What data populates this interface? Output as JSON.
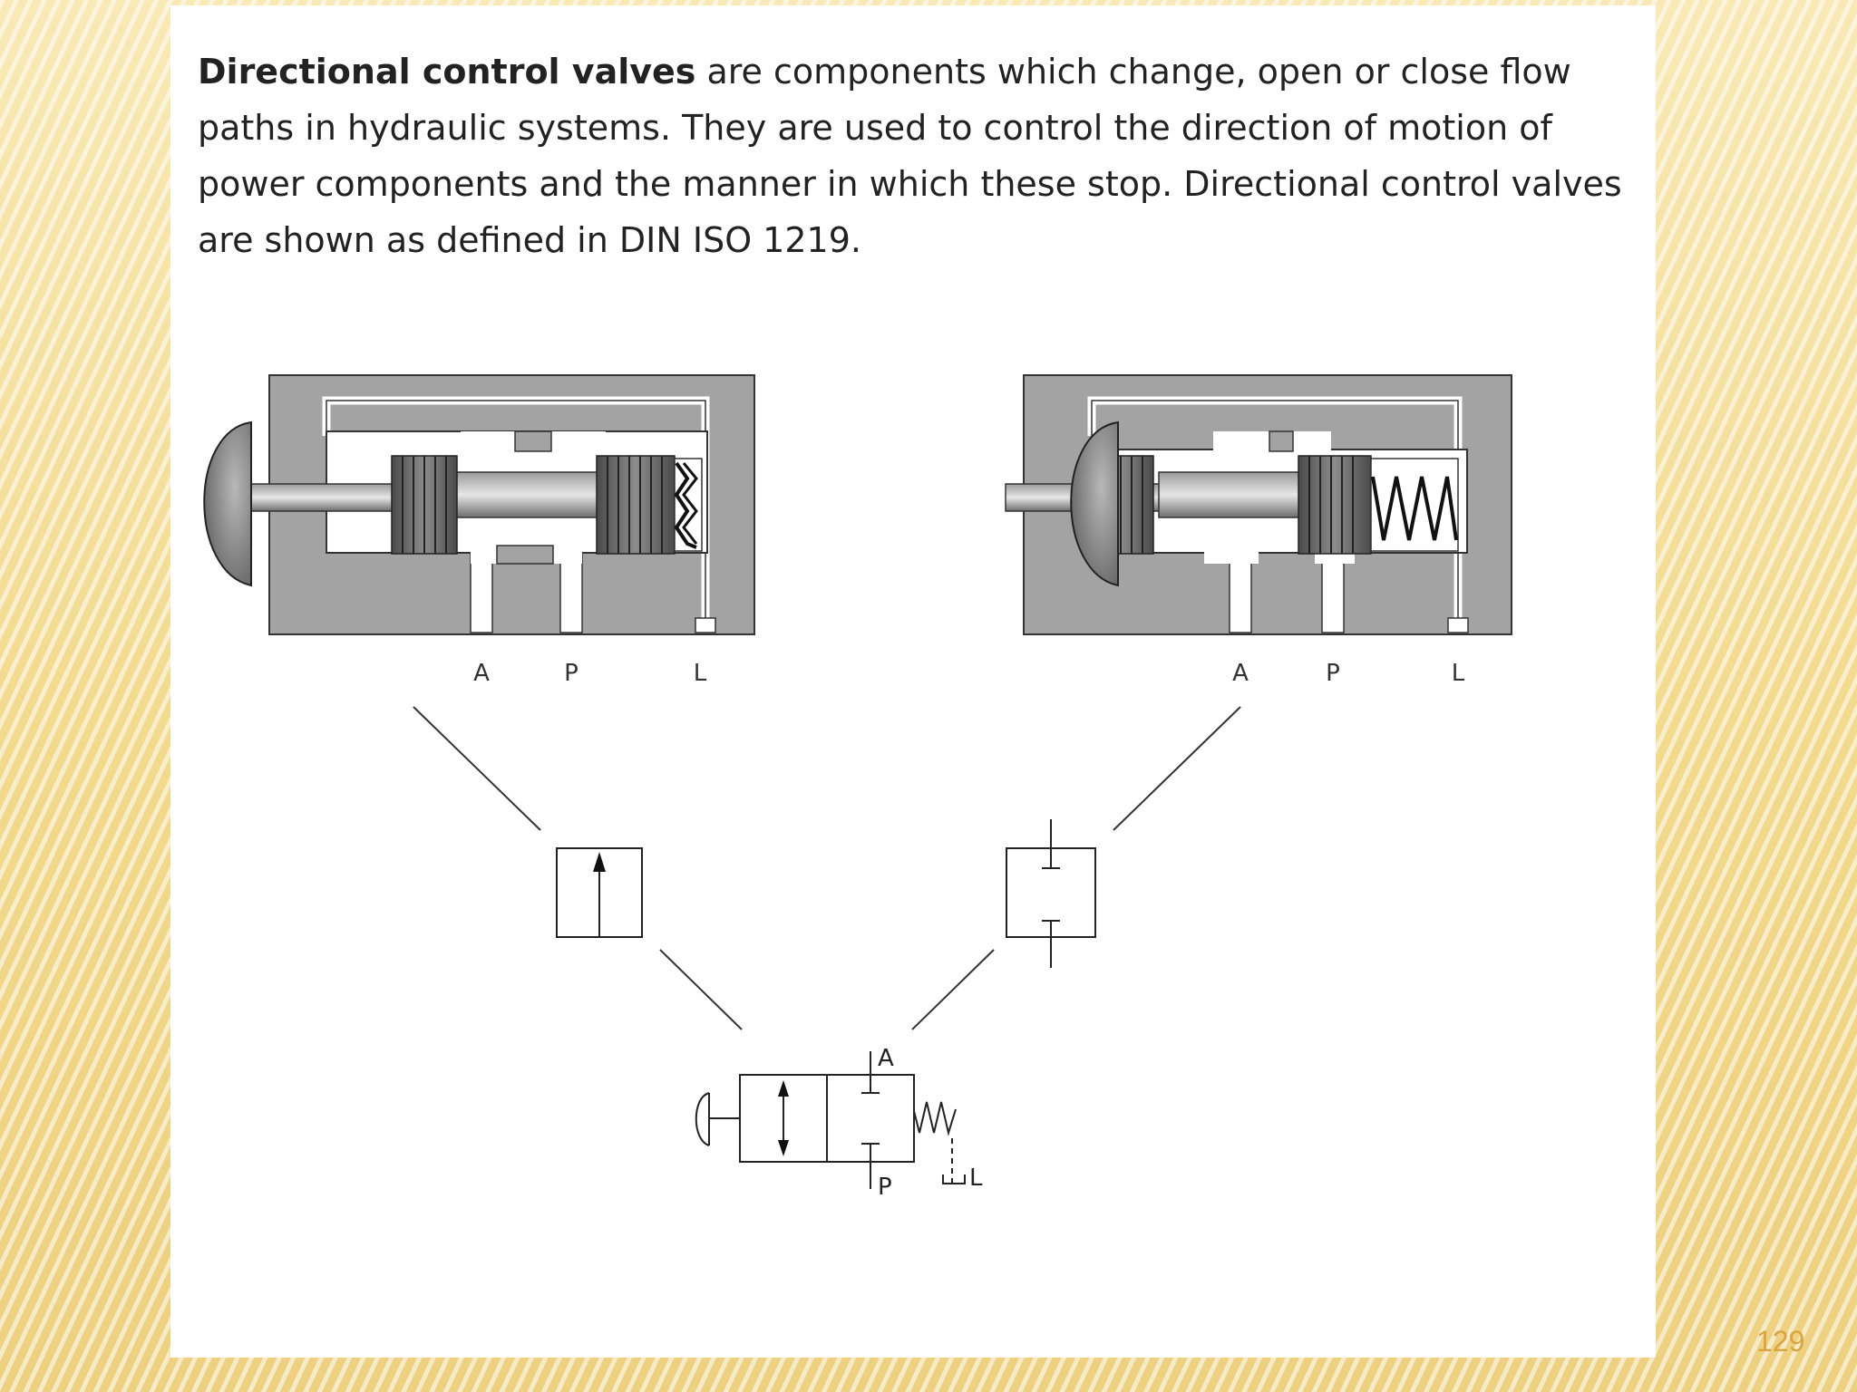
{
  "intro": {
    "bold_term": "Directional control valves",
    "body": " are components which change, open or close flow paths in hydraulic systems. They are used to control the direction of motion of power components and the manner in which these stop. Directional control valves are shown as defined in DIN ISO 1219."
  },
  "left_valve": {
    "ports": [
      "A",
      "P",
      "L"
    ]
  },
  "right_valve": {
    "ports": [
      "A",
      "P",
      "L"
    ]
  },
  "symbol": {
    "port_a": "A",
    "port_p": "P",
    "port_l": "L"
  },
  "page_number": "129"
}
